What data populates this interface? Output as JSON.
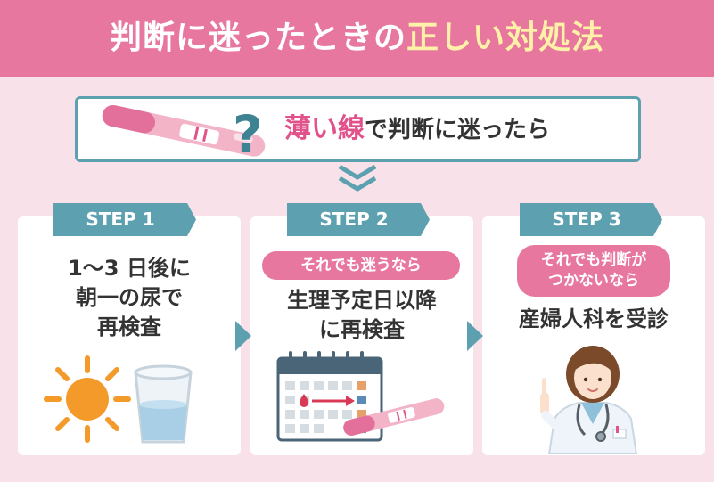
{
  "header": {
    "title_part1": "判断に迷ったときの",
    "title_part2": "正しい対処法"
  },
  "intro": {
    "emphasis": "薄い線",
    "rest": "で判断に迷ったら"
  },
  "steps": [
    {
      "label": "STEP 1",
      "line1": "1〜3 日後に",
      "line2": "朝一の尿で",
      "line3": "再検査"
    },
    {
      "label": "STEP 2",
      "condition": "それでも迷うなら",
      "line1": "生理予定日以降",
      "line2": "に再検査"
    },
    {
      "label": "STEP 3",
      "condition_line1": "それでも判断が",
      "condition_line2": "つかないなら",
      "line1": "産婦人科を受診"
    }
  ],
  "colors": {
    "background": "#f8e1e8",
    "header": "#e8779f",
    "title_highlight": "#fff2a8",
    "teal": "#5da1b0",
    "pink_text": "#e2528a"
  },
  "icons": [
    "pregnancy-test-icon",
    "question-mark-icon",
    "double-chevron-down-icon",
    "sun-icon",
    "water-glass-icon",
    "calendar-icon",
    "doctor-icon",
    "arrow-right-icon"
  ]
}
